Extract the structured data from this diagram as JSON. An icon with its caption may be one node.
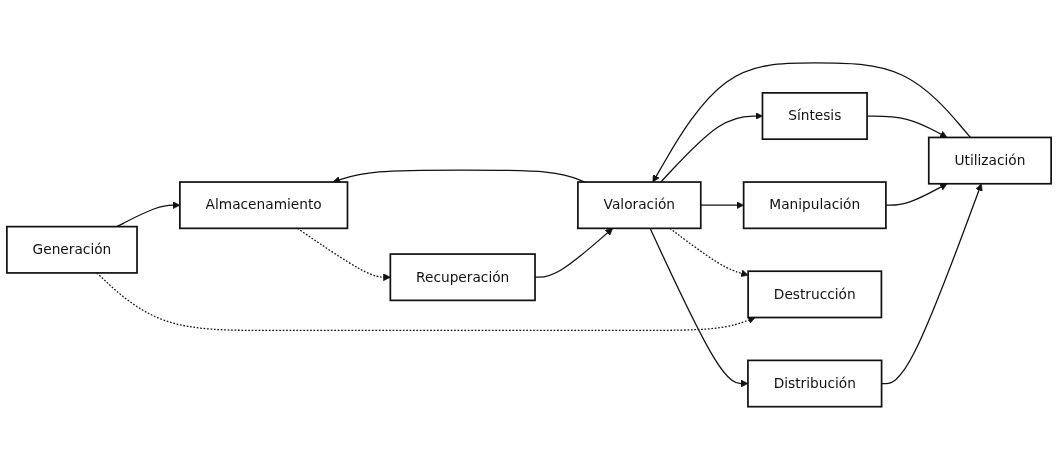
{
  "diagram": {
    "nodes": [
      {
        "text": [
          "Almacenamiento"
        ]
      },
      {
        "text": [
          "Recuperación"
        ]
      },
      {
        "text": [
          "Distribución"
        ]
      },
      {
        "text": [
          "Generación"
        ]
      },
      {
        "text": [
          "Valoración"
        ]
      },
      {
        "text": [
          "Manipulación"
        ]
      },
      {
        "text": [
          "Utilización"
        ]
      },
      {
        "text": [
          "Síntesis"
        ]
      },
      {
        "text": [
          "Destrucción"
        ]
      }
    ],
    "edges": [
      {
        "from": 3,
        "to": 0,
        "arrow": "to"
      },
      {
        "from": 3,
        "to": 8,
        "arrow": "to",
        "style": "dashed"
      },
      {
        "from": 0,
        "to": 1,
        "arrow": "to",
        "style": "dashed"
      },
      {
        "from": 1,
        "to": 4,
        "arrow": "to"
      },
      {
        "from": 4,
        "to": 0,
        "arrow": "to"
      },
      {
        "from": 4,
        "to": 8,
        "arrow": "to",
        "style": "dashed"
      },
      {
        "from": 4,
        "to": 2,
        "arrow": "to"
      },
      {
        "from": 4,
        "to": 5,
        "arrow": "to"
      },
      {
        "from": 4,
        "to": 7,
        "arrow": "to"
      },
      {
        "from": 2,
        "to": 6,
        "arrow": "to"
      },
      {
        "from": 5,
        "to": 6,
        "arrow": "to"
      },
      {
        "from": 7,
        "to": 6,
        "arrow": "to"
      },
      {
        "from": 6,
        "to": 4,
        "arrow": "to"
      }
    ]
  }
}
